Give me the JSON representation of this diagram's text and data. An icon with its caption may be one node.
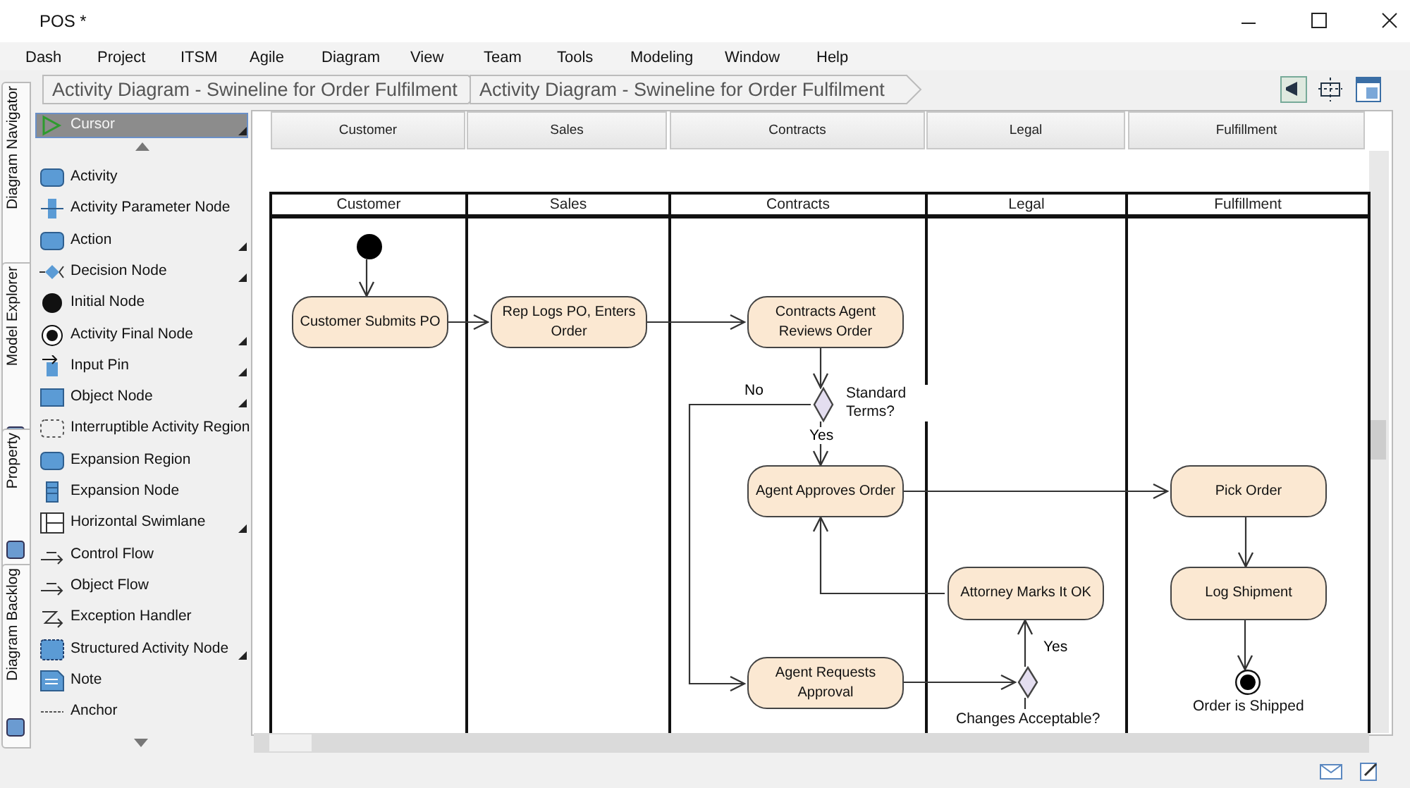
{
  "diagram": {
    "title": "POS *",
    "nodes": [
      {
        "text": [
          "Customer"
        ]
      },
      {
        "text": [
          "Sales"
        ]
      },
      {
        "text": [
          "Contracts"
        ]
      },
      {
        "text": [
          "Legal"
        ]
      },
      {
        "text": [
          "Fulfillment"
        ]
      },
      {
        "text": [],
        "shape": "circle",
        "in": 0
      },
      {
        "text": [
          "Customer Submits PO"
        ],
        "in": 0
      },
      {
        "text": [
          "Rep Logs PO, Enters Order"
        ],
        "in": 1
      },
      {
        "text": [
          "Contracts Agent Reviews Order"
        ],
        "in": 2
      },
      {
        "text": [],
        "shape": "diamond",
        "beside": [
          "Standard Terms?"
        ],
        "in": 2
      },
      {
        "text": [
          "Agent Approves Order"
        ],
        "in": 2
      },
      {
        "text": [
          "Agent Requests Approval"
        ],
        "in": 2
      },
      {
        "text": [
          "Attorney Marks It OK"
        ],
        "in": 3
      },
      {
        "text": [],
        "shape": "diamond",
        "beside": [
          "Changes Acceptable?"
        ],
        "in": 3
      },
      {
        "text": [
          "Pick Order"
        ],
        "in": 4
      },
      {
        "text": [
          "Log Shipment"
        ],
        "in": 4
      },
      {
        "text": [],
        "shape": "circle",
        "beside": [
          "Order is Shipped"
        ],
        "in": 4
      }
    ],
    "edges": [
      {
        "from": 5,
        "to": 6,
        "arrow": "to"
      },
      {
        "from": 6,
        "to": 7,
        "arrow": "to"
      },
      {
        "from": 7,
        "to": 8,
        "arrow": "to"
      },
      {
        "from": 8,
        "to": 9,
        "arrow": "to"
      },
      {
        "from": 9,
        "to": 10,
        "arrow": "to",
        "label": "Yes"
      },
      {
        "from": 9,
        "to": 11,
        "arrow": "to",
        "label": "No"
      },
      {
        "from": 10,
        "to": 14,
        "arrow": "to"
      },
      {
        "from": 11,
        "to": 13,
        "arrow": "to"
      },
      {
        "from": 13,
        "to": 12,
        "arrow": "to",
        "label": "Yes"
      },
      {
        "from": 12,
        "to": 10,
        "arrow": "to"
      },
      {
        "from": 14,
        "to": 15,
        "arrow": "to"
      },
      {
        "from": 15,
        "to": 16,
        "arrow": "to"
      },
      {
        "from": 13,
        "to": null,
        "arrow": "none"
      }
    ],
    "labels": [
      "Dash",
      "Project",
      "ITSM",
      "Agile",
      "Diagram",
      "View",
      "Team",
      "Tools",
      "Modeling",
      "Window",
      "Help",
      "Activity Diagram - Swineline for Order Fulfilment",
      "Activity Diagram - Swineline for Order Fulfilment",
      "Customer",
      "Sales",
      "Contracts",
      "Legal",
      "Fulfillment",
      "Cursor",
      "Activity",
      "Activity Parameter Node",
      "Action",
      "Decision Node",
      "Initial Node",
      "Activity Final Node",
      "Input Pin",
      "Object Node",
      "Interruptible Activity Region",
      "Expansion Region",
      "Expansion Node",
      "Horizontal Swimlane",
      "Control Flow",
      "Object Flow",
      "Exception Handler",
      "Structured Activity Node",
      "Note",
      "Anchor",
      "Diagram Navigator",
      "Model Explorer",
      "Property",
      "Diagram Backlog"
    ]
  }
}
